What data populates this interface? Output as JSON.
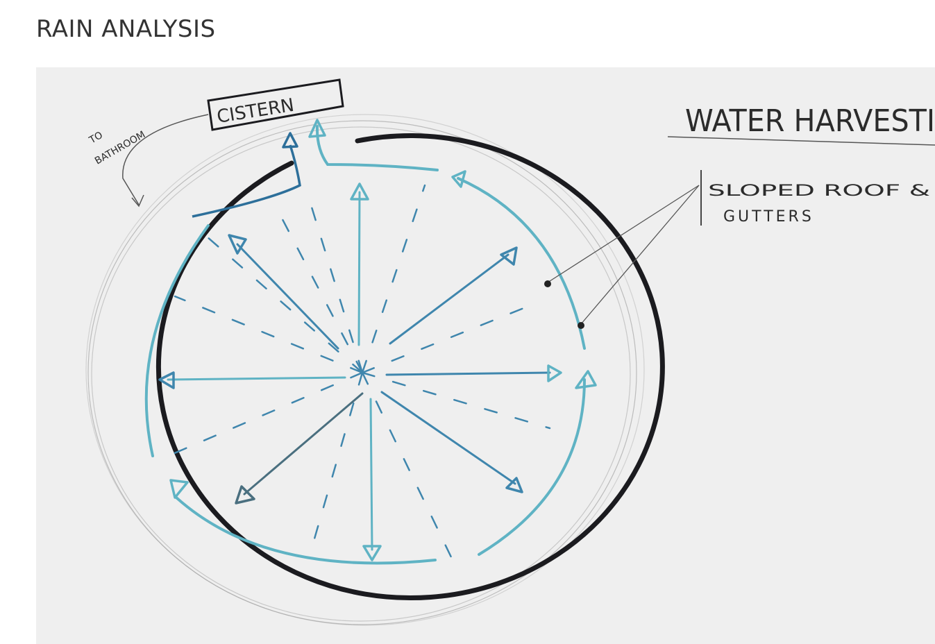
{
  "page": {
    "title": "RAIN ANALYSIS"
  },
  "sketch": {
    "heading": "WATER HARVESTI",
    "cistern_label": "CISTERN",
    "to_bathroom_line1": "TO",
    "to_bathroom_line2": "BATHROOM",
    "callout_line1": "SLOPED ROOF &",
    "callout_line2": "GUTTERS",
    "colors": {
      "roof_outline": "#1b1b1f",
      "gutter_flow": "#5fb3c4",
      "runoff_arrow": "#3f86ad",
      "pencil": "#666666",
      "background": "#efefef"
    }
  }
}
